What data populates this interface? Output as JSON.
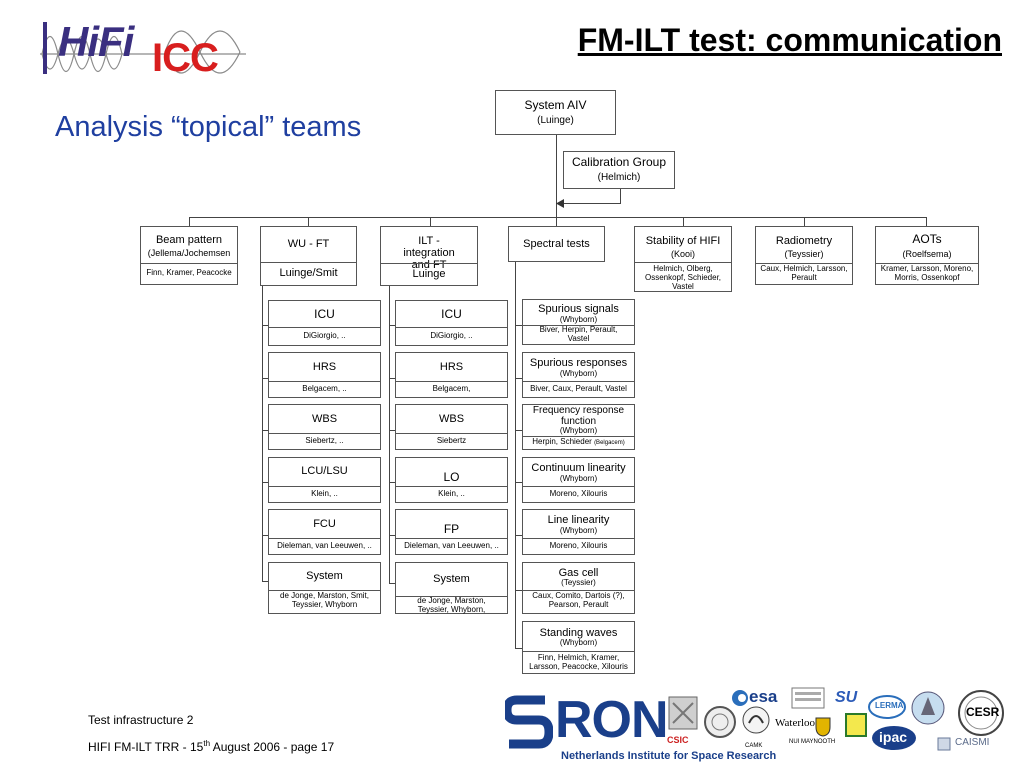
{
  "slide": {
    "title": "FM-ILT test: communication",
    "subtitle": "Analysis “topical” teams",
    "logo_hifi": "HiFi",
    "logo_icc": "ICC",
    "footer_line1": "Test infrastructure 2",
    "footer_line2_pre": "HIFI FM-ILT TRR - 15",
    "footer_line2_sup": "th",
    "footer_line2_post": " August 2006 - page 17",
    "sron_text": "RON",
    "sron_sub": "Netherlands Institute for Space Research",
    "colors": {
      "title": "#000000",
      "subtitle": "#1f3fa0",
      "hifi": "#3a2f80",
      "icc": "#d81e1e",
      "sron": "#1a3f8a"
    }
  },
  "chart": {
    "sys_aiv": {
      "title": "System AIV",
      "sub": "(Luinge)"
    },
    "cal_group": {
      "title": "Calibration Group",
      "sub": "(Helmich)"
    },
    "beam": {
      "title": "Beam pattern",
      "sub": "(Jellema/Jochemsen",
      "names": "Finn, Kramer, Peacocke"
    },
    "wuft": {
      "title": "WU - FT",
      "names": "Luinge/Smit"
    },
    "ilt": {
      "title": "ILT - integration and FT",
      "names": "Luinge"
    },
    "spectral": {
      "title": "Spectral tests"
    },
    "stability": {
      "title": "Stability of HIFI",
      "sub": "(Kooi)",
      "names": "Helmich, Olberg, Ossenkopf, Schieder, Vastel"
    },
    "radiometry": {
      "title": "Radiometry",
      "sub": "(Teyssier)",
      "names": "Caux, Helmich, Larsson, Perault"
    },
    "aots": {
      "title": "AOTs",
      "sub": "(Roelfsema)",
      "names": "Kramer, Larsson, Moreno, Morris, Ossenkopf"
    },
    "wu_items": [
      {
        "title": "ICU",
        "names": "DiGiorgio, .."
      },
      {
        "title": "HRS",
        "names": "Belgacem, .."
      },
      {
        "title": "WBS",
        "names": "Siebertz, .."
      },
      {
        "title": "LCU/LSU",
        "names": "Klein, .."
      },
      {
        "title": "FCU",
        "names": "Dieleman, van Leeuwen, .."
      },
      {
        "title": "System",
        "names": "de Jonge, Marston, Smit, Teyssier, Whyborn"
      }
    ],
    "ilt_items": [
      {
        "title": "ICU",
        "names": "DiGiorgio, .."
      },
      {
        "title": "HRS",
        "names": "Belgacem,"
      },
      {
        "title": "WBS",
        "names": "Siebertz"
      },
      {
        "title": "LO",
        "names": "Klein, .."
      },
      {
        "title": "FP",
        "names": "Dieleman, van Leeuwen, .."
      },
      {
        "title": "System",
        "names": "de Jonge, Marston, Teyssier, Whyborn,"
      }
    ],
    "spec_items": [
      {
        "title": "Spurious signals",
        "sub": "(Whyborn)",
        "names": "Biver, Herpin, Perault, Vastel"
      },
      {
        "title": "Spurious responses",
        "sub": "(Whyborn)",
        "names": "Biver, Caux, Perault, Vastel"
      },
      {
        "title": "Frequency response function",
        "sub": "(Whyborn)",
        "names": "Herpin, Schieder",
        "names_small": "(Belgacem)"
      },
      {
        "title": "Continuum linearity",
        "sub": "(Whyborn)",
        "names": "Moreno, Xilouris"
      },
      {
        "title": "Line linearity",
        "sub": "(Whyborn)",
        "names": "Moreno, Xilouris"
      },
      {
        "title": "Gas cell",
        "sub": "(Teyssier)",
        "names": "Caux, Comito, Dartois (?), Pearson, Perault"
      },
      {
        "title": "Standing waves",
        "sub": "(Whyborn)",
        "names": "Finn, Helmich, Kramer, Larsson, Peacocke, Xilouris"
      }
    ]
  },
  "partners": {
    "esa": "esa",
    "su": "SU",
    "csic": "CSIC",
    "waterloo": "Waterloo",
    "nui": "NUI MAYNOOTH",
    "camk": "CAMK",
    "lerma": "LERMA",
    "ipac": "ipac",
    "cesr": "CESR",
    "caismi": "CAISMI"
  }
}
